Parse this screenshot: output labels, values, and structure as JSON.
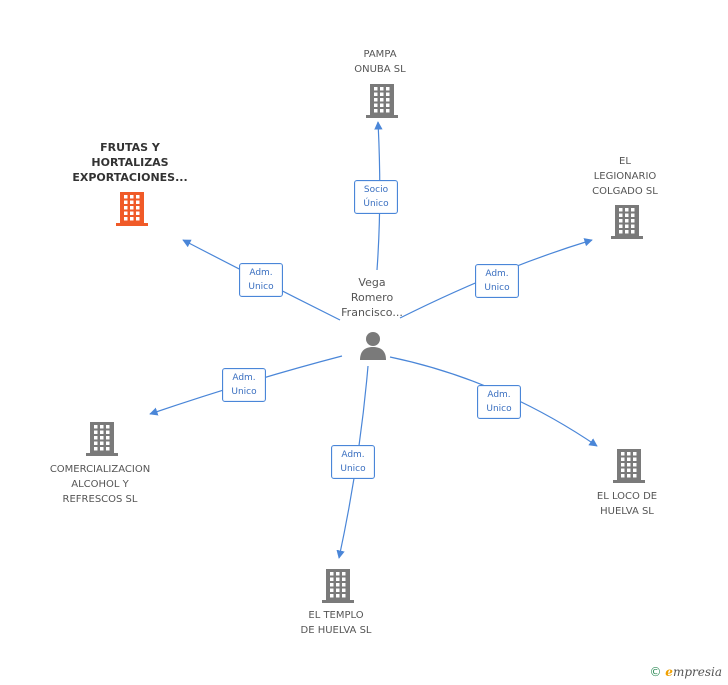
{
  "center": {
    "label": "Vega\nRomero\nFrancisco...",
    "icon": "person-icon"
  },
  "companies": [
    {
      "id": "pampa",
      "label": "PAMPA\nONUBA SL",
      "icon": "building-icon",
      "highlight": false
    },
    {
      "id": "frutas",
      "label": "FRUTAS Y\nHORTALIZAS\nEXPORTACIONES...",
      "icon": "building-icon",
      "highlight": true
    },
    {
      "id": "legionario",
      "label": "EL\nLEGIONARIO\nCOLGADO SL",
      "icon": "building-icon",
      "highlight": false
    },
    {
      "id": "comercializacion",
      "label": "COMERCIALIZACION\nALCOHOL Y\nREFRESCOS SL",
      "icon": "building-icon",
      "highlight": false
    },
    {
      "id": "loco",
      "label": "EL LOCO DE\nHUELVA SL",
      "icon": "building-icon",
      "highlight": false
    },
    {
      "id": "templo",
      "label": "EL TEMPLO\nDE HUELVA SL",
      "icon": "building-icon",
      "highlight": false
    }
  ],
  "relations": [
    {
      "to": "pampa",
      "label": "Socio\nÚnico"
    },
    {
      "to": "frutas",
      "label": "Adm.\nUnico"
    },
    {
      "to": "legionario",
      "label": "Adm.\nUnico"
    },
    {
      "to": "comercializacion",
      "label": "Adm.\nUnico"
    },
    {
      "to": "loco",
      "label": "Adm.\nUnico"
    },
    {
      "to": "templo",
      "label": "Adm.\nUnico"
    }
  ],
  "colors": {
    "edge": "#4a86d8",
    "building": "#7a7a7a",
    "building_highlight": "#f05a28",
    "person": "#7a7a7a"
  },
  "footer": {
    "copyright": "©",
    "brand_e": "e",
    "brand_rest": "mpresia"
  }
}
